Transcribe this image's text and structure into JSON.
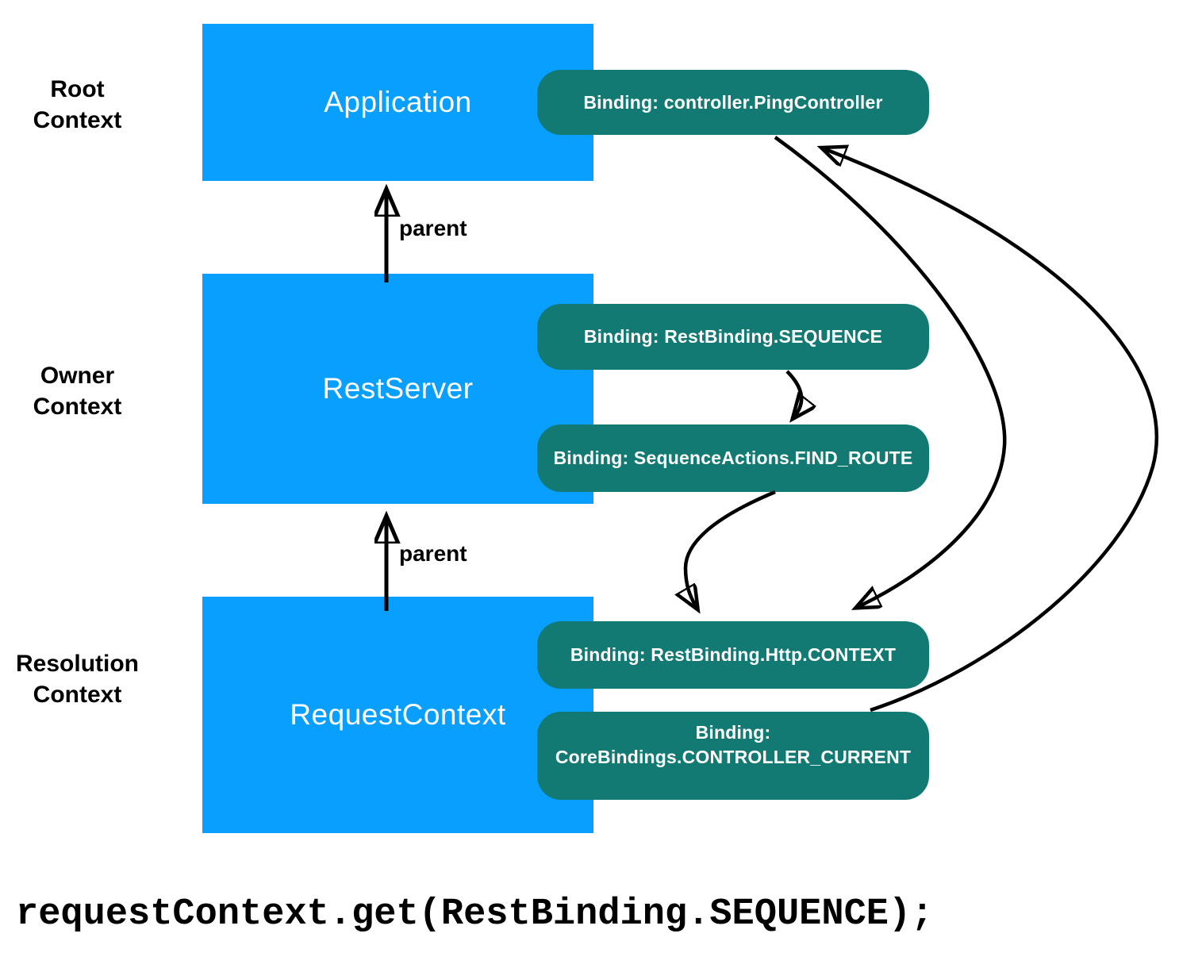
{
  "diagram": {
    "context_labels": [
      {
        "line1": "Root",
        "line2": "Context"
      },
      {
        "line1": "Owner",
        "line2": "Context"
      },
      {
        "line1": "Resolution",
        "line2": "Context"
      }
    ],
    "boxes": [
      {
        "label": "Application"
      },
      {
        "label": "RestServer"
      },
      {
        "label": "RequestContext"
      }
    ],
    "bindings": [
      {
        "label": "Binding: controller.PingController"
      },
      {
        "label": "Binding: RestBinding.SEQUENCE"
      },
      {
        "label": "Binding: SequenceActions.FIND_ROUTE"
      },
      {
        "label": "Binding: RestBinding.Http.CONTEXT"
      },
      {
        "line1": "Binding:",
        "line2": "CoreBindings.CONTROLLER_CURRENT"
      }
    ],
    "edge_labels": {
      "parent1": "parent",
      "parent2": "parent"
    },
    "colors": {
      "box_blue": "#089fff",
      "pill_teal": "#127a72",
      "arrow_black": "#000000",
      "box_text": "#ffffff",
      "label_text": "#000000"
    }
  },
  "code_line": "requestContext.get(RestBinding.SEQUENCE);"
}
